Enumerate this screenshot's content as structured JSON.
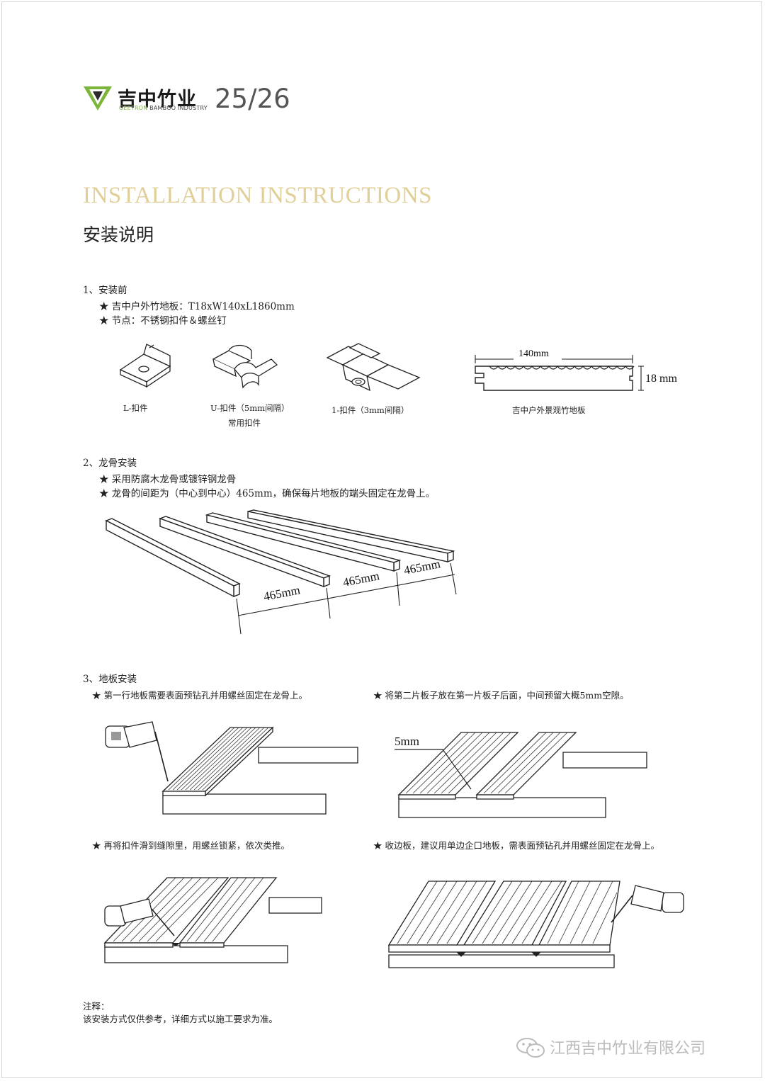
{
  "brand": {
    "name_cn": "吉中竹业",
    "name_en_highlight": "GEETRON",
    "name_en_rest": " BAMBOO INDUSTRY",
    "page_number": "25/26",
    "colors": {
      "logo_green": "#7db43a",
      "logo_dark": "#2b2b2b"
    }
  },
  "title": {
    "en": "INSTALLATION INSTRUCTIONS",
    "cn": "安装说明",
    "en_color": "#e0cf97"
  },
  "section1": {
    "heading": "1、安装前",
    "bullets": [
      "★ 吉中户外竹地板：T18xW140xL1860mm",
      "★ 节点：不锈钢扣件＆螺丝钉"
    ],
    "parts": [
      {
        "label": "L-扣件",
        "sub": ""
      },
      {
        "label": "U-扣件（5mm间隔）",
        "sub": "常用扣件"
      },
      {
        "label": "1-扣件（3mm间隔）",
        "sub": ""
      }
    ],
    "board": {
      "width_label": "140mm",
      "thickness_label": "18 mm",
      "caption": "吉中户外景观竹地板"
    }
  },
  "section2": {
    "heading": "2、龙骨安装",
    "bullets": [
      "★ 采用防腐木龙骨或镀锌钢龙骨",
      "★ 龙骨的间距为（中心到中心）465mm，确保每片地板的端头固定在龙骨上。"
    ],
    "spacing_labels": [
      "465mm",
      "465mm",
      "465mm"
    ]
  },
  "section3": {
    "heading": "3、地板安装",
    "steps": [
      "★ 第一行地板需要表面预钻孔并用螺丝固定在龙骨上。",
      "★ 将第二片板子放在第一片板子后面，中间预留大概5mm空隙。",
      "★ 再将扣件滑到缝隙里，用螺丝锁紧，依次类推。",
      "★ 收边板，建议用单边企口地板，需表面预钻孔并用螺丝固定在龙骨上。"
    ],
    "gap_label": "5mm"
  },
  "note": {
    "heading": "注释：",
    "text": "该安装方式仅供参考，详细方式以施工要求为准。"
  },
  "footer": {
    "text": "江西吉中竹业有限公司",
    "icon": "wechat-icon"
  }
}
